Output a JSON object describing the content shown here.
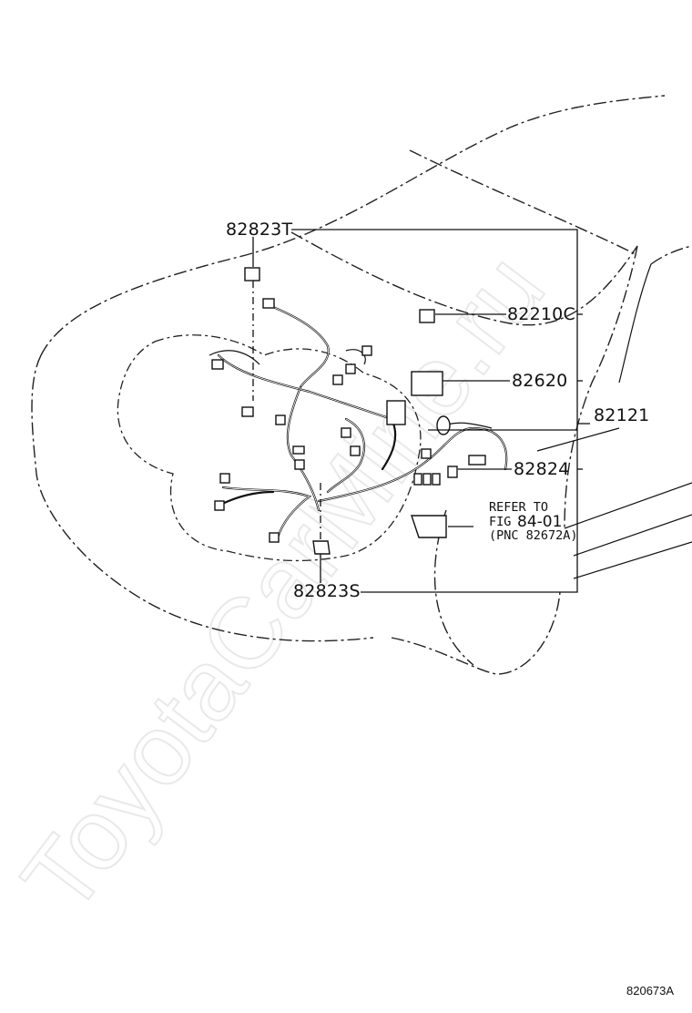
{
  "diagram": {
    "watermark": "ToyotaCarMine.ru",
    "figure_code": "820673A",
    "reference_note": {
      "line1": "REFER TO",
      "line2_prefix": "FIG",
      "line2_fig": "84-01",
      "line3": "(PNC 82672A)"
    },
    "callouts": [
      {
        "id": "82823T",
        "label": "82823T"
      },
      {
        "id": "82210C",
        "label": "82210C"
      },
      {
        "id": "82620",
        "label": "82620"
      },
      {
        "id": "82121",
        "label": "82121"
      },
      {
        "id": "82824",
        "label": "82824"
      },
      {
        "id": "82823S",
        "label": "82823S"
      }
    ]
  }
}
